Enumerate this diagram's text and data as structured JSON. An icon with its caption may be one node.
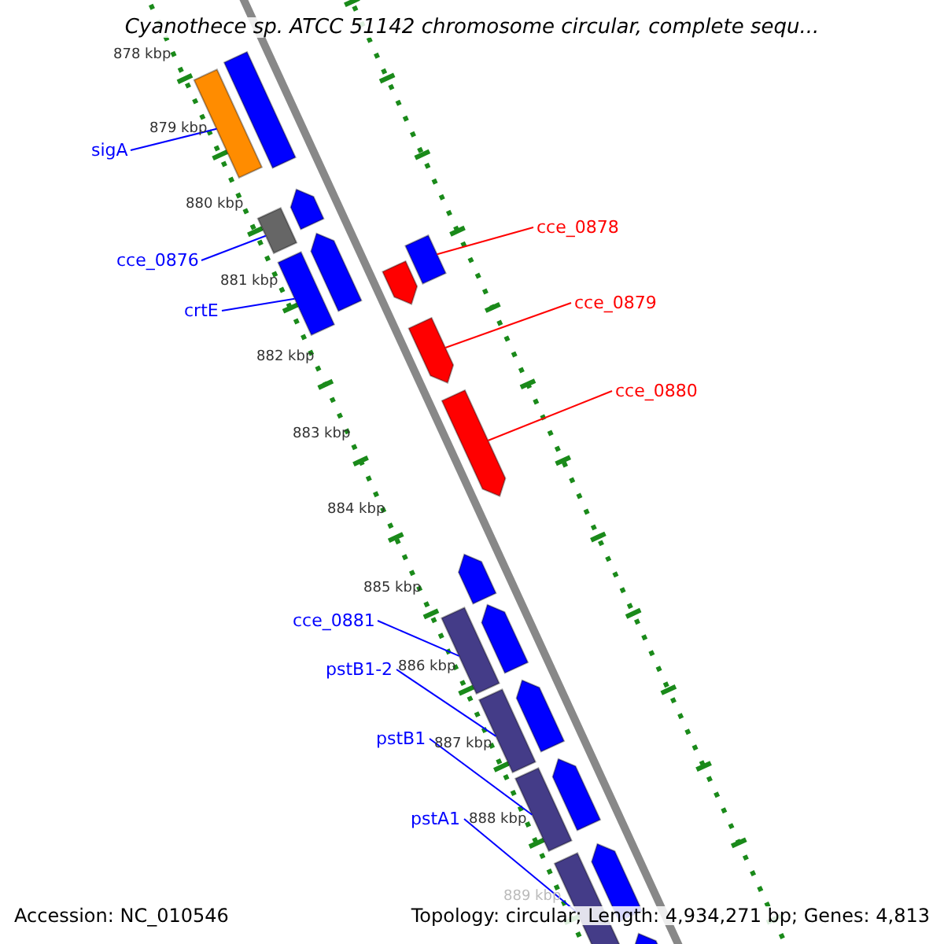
{
  "diagram": {
    "title": "Cyanothece sp. ATCC 51142 chromosome circular, complete sequ...",
    "nodes": [
      {
        "text": [
          "sigA"
        ]
      },
      {
        "text": [
          "cce_0876"
        ]
      },
      {
        "text": [
          "crtE"
        ]
      },
      {
        "text": [
          "cce_0878"
        ]
      },
      {
        "text": [
          "cce_0879"
        ]
      },
      {
        "text": [
          "cce_0880"
        ]
      },
      {
        "text": [
          "cce_0881"
        ]
      },
      {
        "text": [
          "pstB1-2"
        ]
      },
      {
        "text": [
          "pstB1"
        ]
      },
      {
        "text": [
          "pstA1"
        ]
      },
      {
        "text": [],
        "shape": "bar"
      },
      {
        "text": [],
        "shape": "bar"
      },
      {
        "text": [],
        "shape": "bar"
      },
      {
        "text": [],
        "shape": "bar"
      },
      {
        "text": [],
        "shape": "bar"
      },
      {
        "text": [],
        "shape": "bar"
      },
      {
        "text": [],
        "shape": "bar"
      },
      {
        "text": [],
        "shape": "bar"
      },
      {
        "text": [],
        "shape": "bar"
      },
      {
        "text": [],
        "shape": "bar"
      },
      {
        "text": [],
        "shape": "bar"
      },
      {
        "text": [],
        "shape": "bar"
      },
      {
        "text": [],
        "shape": "bar"
      },
      {
        "text": [],
        "shape": "bar"
      },
      {
        "text": [],
        "shape": "bar"
      },
      {
        "text": [],
        "shape": "bar"
      },
      {
        "text": [],
        "shape": "bar"
      },
      {
        "text": [],
        "shape": "bar"
      },
      {
        "text": [],
        "shape": "bar"
      },
      {
        "text": [],
        "shape": "bar"
      }
    ],
    "edges": [
      {
        "from": 0,
        "to": 10,
        "arrow": "none"
      },
      {
        "from": 1,
        "to": 12,
        "arrow": "none"
      },
      {
        "from": 2,
        "to": 14,
        "arrow": "none"
      },
      {
        "from": 3,
        "to": 16,
        "arrow": "none",
        "color": "#ff0000"
      },
      {
        "from": 4,
        "to": 18,
        "arrow": "none",
        "color": "#ff0000"
      },
      {
        "from": 5,
        "to": 19,
        "arrow": "none",
        "color": "#ff0000"
      },
      {
        "from": 6,
        "to": 21,
        "arrow": "none"
      },
      {
        "from": 7,
        "to": 23,
        "arrow": "none"
      },
      {
        "from": 8,
        "to": 25,
        "arrow": "none"
      },
      {
        "from": 9,
        "to": 27,
        "arrow": "none"
      }
    ],
    "labels": [
      "878 kbp",
      "879 kbp",
      "880 kbp",
      "881 kbp",
      "882 kbp",
      "883 kbp",
      "884 kbp",
      "885 kbp",
      "886 kbp",
      "887 kbp",
      "888 kbp",
      "889 kbp",
      "Accession: NC_010546",
      "Topology: circular; Length: 4,934,271 bp; Genes: 4,813"
    ]
  }
}
